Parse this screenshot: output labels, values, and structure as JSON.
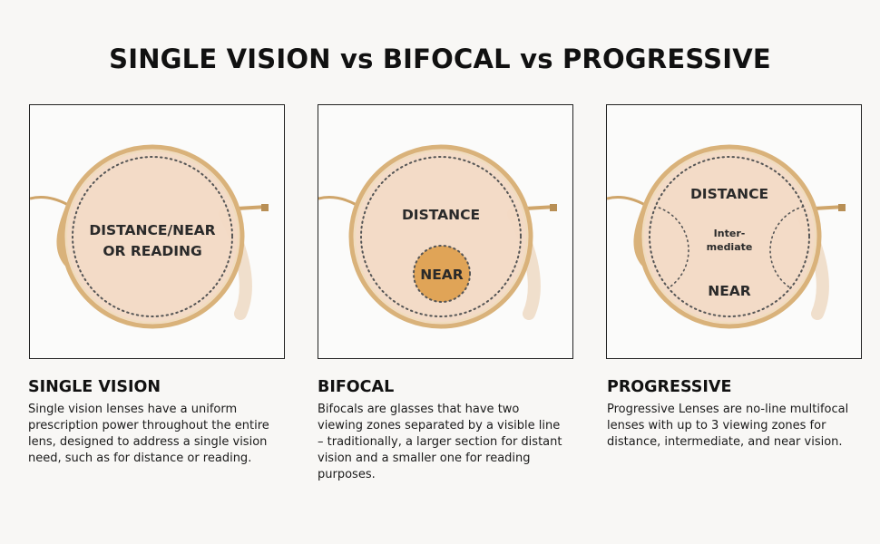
{
  "title": "SINGLE VISION vs BIFOCAL vs PROGRESSIVE",
  "colors": {
    "lens_tint": "#f2d9c4",
    "frame_gold": "#d9b27a",
    "near_zone": "#e0a457",
    "border": "#222222"
  },
  "panels": [
    {
      "heading": "SINGLE VISION",
      "lens_line1": "DISTANCE/NEAR",
      "lens_line2": "OR READING",
      "description": "Single vision lenses have a uniform prescription power throughout the entire lens, designed to address a single vision need, such as for distance or reading."
    },
    {
      "heading": "BIFOCAL",
      "lens_distance": "DISTANCE",
      "lens_near": "NEAR",
      "description": "Bifocals are glasses that have two viewing zones separated by a visible line – traditionally, a larger section for distant vision and a smaller one for reading purposes."
    },
    {
      "heading": "PROGRESSIVE",
      "lens_distance": "DISTANCE",
      "lens_inter1": "Inter-",
      "lens_inter2": "mediate",
      "lens_near": "NEAR",
      "description": "Progressive Lenses are no-line multifocal lenses with up to 3 viewing zones for distance, intermediate, and near vision."
    }
  ]
}
